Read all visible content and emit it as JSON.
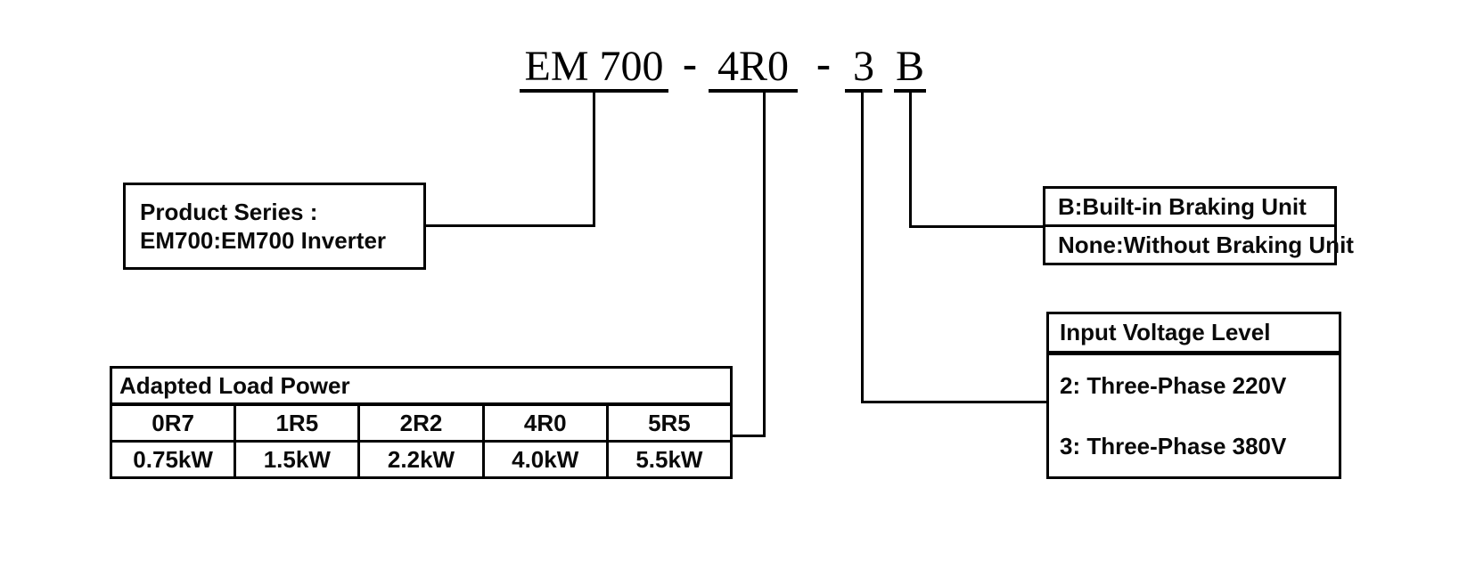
{
  "colors": {
    "ink": "#000000",
    "background": "#ffffff"
  },
  "model_code": {
    "series": "EM 700",
    "power": "4R0",
    "voltage": "3",
    "braking": "B",
    "separator": "-"
  },
  "product_series_box": {
    "line1": "Product Series :",
    "line2": "EM700:EM700 Inverter"
  },
  "braking_box": {
    "rows": [
      "B:Built-in Braking Unit",
      "None:Without Braking Unit"
    ]
  },
  "voltage_box": {
    "title": "Input Voltage Level",
    "options": [
      "2: Three-Phase 220V",
      "3: Three-Phase 380V"
    ]
  },
  "load_power_table": {
    "title": "Adapted Load Power",
    "codes": [
      "0R7",
      "1R5",
      "2R2",
      "4R0",
      "5R5"
    ],
    "powers": [
      "0.75kW",
      "1.5kW",
      "2.2kW",
      "4.0kW",
      "5.5kW"
    ]
  }
}
